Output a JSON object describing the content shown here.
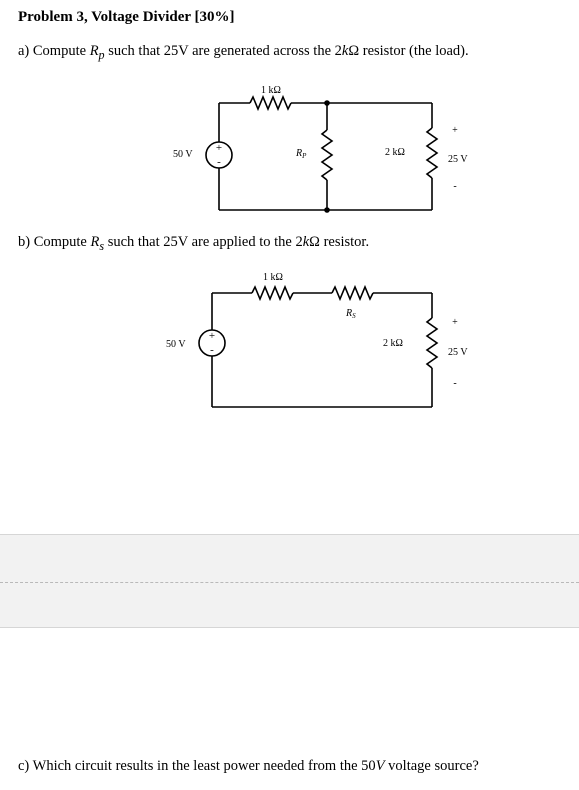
{
  "problem": {
    "title": "Problem 3, Voltage Divider [30%]"
  },
  "part_a": {
    "prefix": "a) Compute ",
    "var": "R",
    "var_sub": "p",
    "middle": " such that 25V are generated across the 2",
    "k": "k",
    "omega": "Ω",
    "suffix": " resistor (the load).",
    "circuit": {
      "source_label": "50 V",
      "series_resistor": "1 kΩ",
      "shunt_resistor": "R",
      "shunt_resistor_sub": "P",
      "load_resistor": "2 kΩ",
      "load_voltage": "25 V",
      "plus": "+",
      "minus": "-"
    }
  },
  "part_b": {
    "prefix": "b) Compute ",
    "var": "R",
    "var_sub": "s",
    "middle": " such that 25V are applied to the 2",
    "k": "k",
    "omega": "Ω",
    "suffix": " resistor.",
    "circuit": {
      "source_label": "50 V",
      "series_resistor": "1 kΩ",
      "series_resistor_2": "R",
      "series_resistor_2_sub": "S",
      "load_resistor": "2 kΩ",
      "load_voltage": "25 V",
      "plus": "+",
      "minus": "-"
    }
  },
  "part_c": {
    "prefix": "c) Which circuit results in the least power needed from the 50",
    "var": "V",
    "suffix": " voltage source?"
  }
}
